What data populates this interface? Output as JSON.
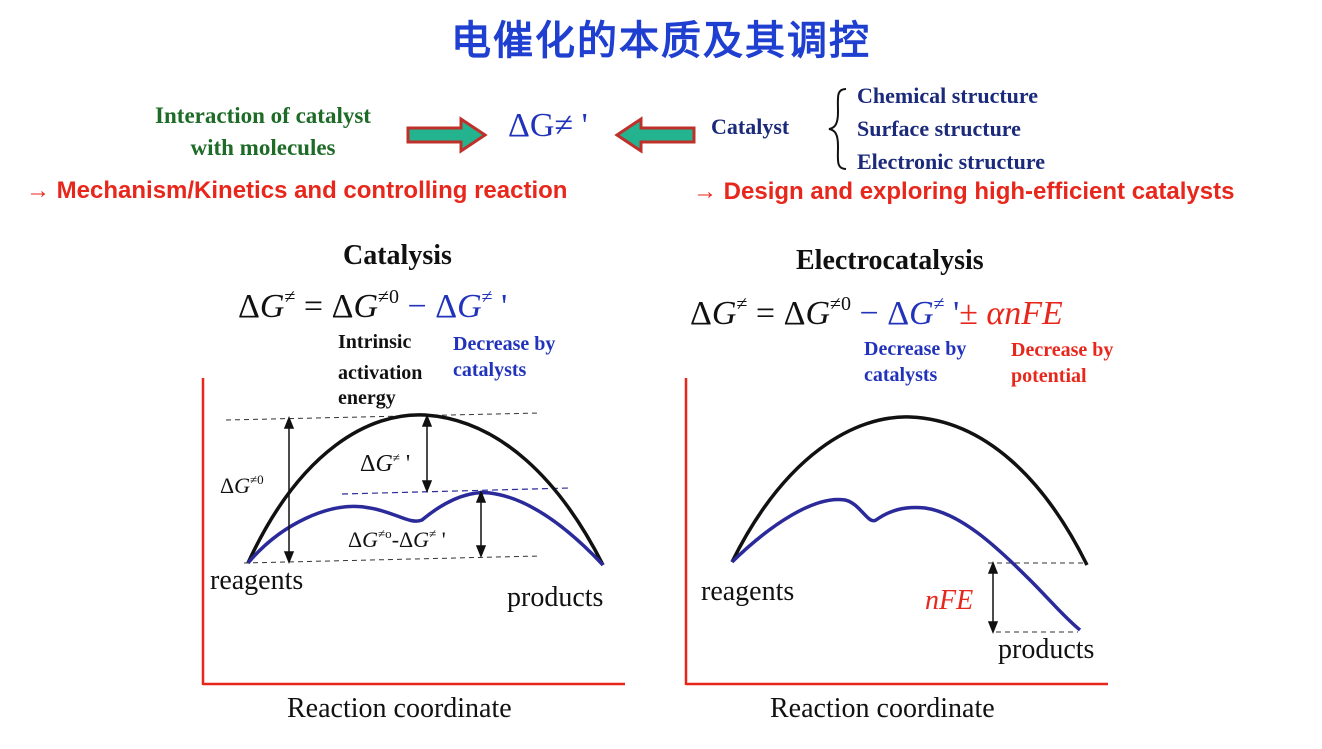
{
  "title": "电催化的本质及其调控",
  "top": {
    "interaction_line1": "Interaction of catalyst",
    "interaction_line2": "with molecules",
    "center_symbol": "ΔG≠ '",
    "catalyst_label": "Catalyst",
    "structures": [
      "Chemical structure",
      "Surface structure",
      "Electronic structure"
    ],
    "left_conclusion": "→ Mechanism/Kinetics  and controlling reaction",
    "right_conclusion": "→ Design and exploring high-efficient catalysts"
  },
  "catalysis": {
    "heading": "Catalysis",
    "intrinsic_line1": "Intrinsic",
    "intrinsic_line2": "activation",
    "intrinsic_line3": "energy",
    "decrease_line1": "Decrease by",
    "decrease_line2": "catalysts",
    "label_dg0": "ΔG≠0",
    "label_dgprime": "ΔG≠ '",
    "label_diff": "ΔG≠o-ΔG≠ '",
    "reagents": "reagents",
    "products": "products",
    "axis_label": "Reaction coordinate"
  },
  "electrocatalysis": {
    "heading": "Electrocatalysis",
    "decrease_cat_line1": "Decrease by",
    "decrease_cat_line2": "catalysts",
    "decrease_pot_line1": "Decrease by",
    "decrease_pot_line2": "potential",
    "label_nfe": "nFE",
    "reagents": "reagents",
    "products": "products",
    "axis_label": "Reaction coordinate"
  },
  "colors": {
    "title": "#1f3fd0",
    "green": "#1e6b28",
    "navy": "#1b2a7a",
    "red": "#e8271c",
    "blue_curve": "#2a2a9a",
    "arrow_fill": "#23b38f",
    "arrow_stroke": "#c0302a"
  }
}
